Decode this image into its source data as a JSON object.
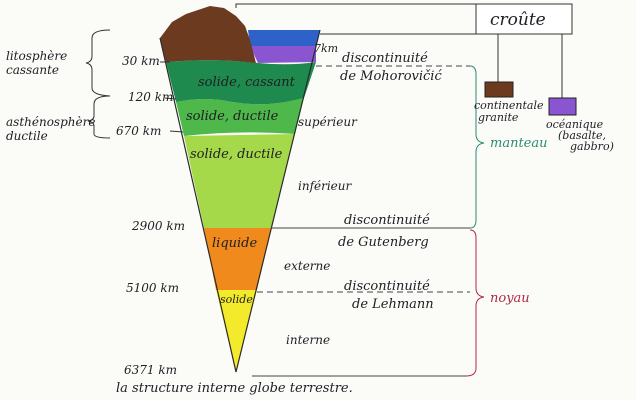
{
  "title": "la structure interne globe terrestre.",
  "depths": {
    "d30": "30 km",
    "d120": "120 km",
    "d670": "670 km",
    "d2900": "2900 km",
    "d5100": "5100 km",
    "d6371": "6371 km",
    "d7": "7km"
  },
  "left_labels": {
    "lithosphere_line1": "litosphère",
    "lithosphere_line2": "cassante",
    "asthenosphere_line1": "asthénosphère",
    "asthenosphere_line2": "ductile"
  },
  "layers": {
    "solide_cassant": "solide, cassant",
    "solide_ductile_1": "solide, ductile",
    "solide_ductile_2": "solide, ductile",
    "liquide": "liquide",
    "solide": "solide"
  },
  "right_labels": {
    "superieur": "supérieur",
    "inferieur": "inférieur",
    "externe": "externe",
    "interne": "interne",
    "moho_line1": "discontinuité",
    "moho_line2": "de Mohorovičić",
    "gutenberg_line1": "discontinuité",
    "gutenberg_line2": "de Gutenberg",
    "lehmann_line1": "discontinuité",
    "lehmann_line2": "de Lehmann"
  },
  "legend": {
    "croute": "croûte",
    "continentale_line1": "continentale",
    "continentale_line2": "granite",
    "oceanique_line1": "océanique",
    "oceanique_line2": "(basalte,",
    "oceanique_line3": "gabbro)",
    "manteau": "manteau",
    "noyau": "noyau"
  },
  "colors": {
    "continental_crust": "#6b3a1f",
    "oceanic_crust": "#8a55d0",
    "ocean_water": "#2f62c9",
    "lithospheric_mantle": "#1f8a4e",
    "asthenosphere": "#4eb84a",
    "lower_mantle": "#a5d94a",
    "outer_core": "#f08a1c",
    "inner_core": "#f2ea2a",
    "manteau_label": "#2e8a74",
    "noyau_label": "#b02a45"
  }
}
